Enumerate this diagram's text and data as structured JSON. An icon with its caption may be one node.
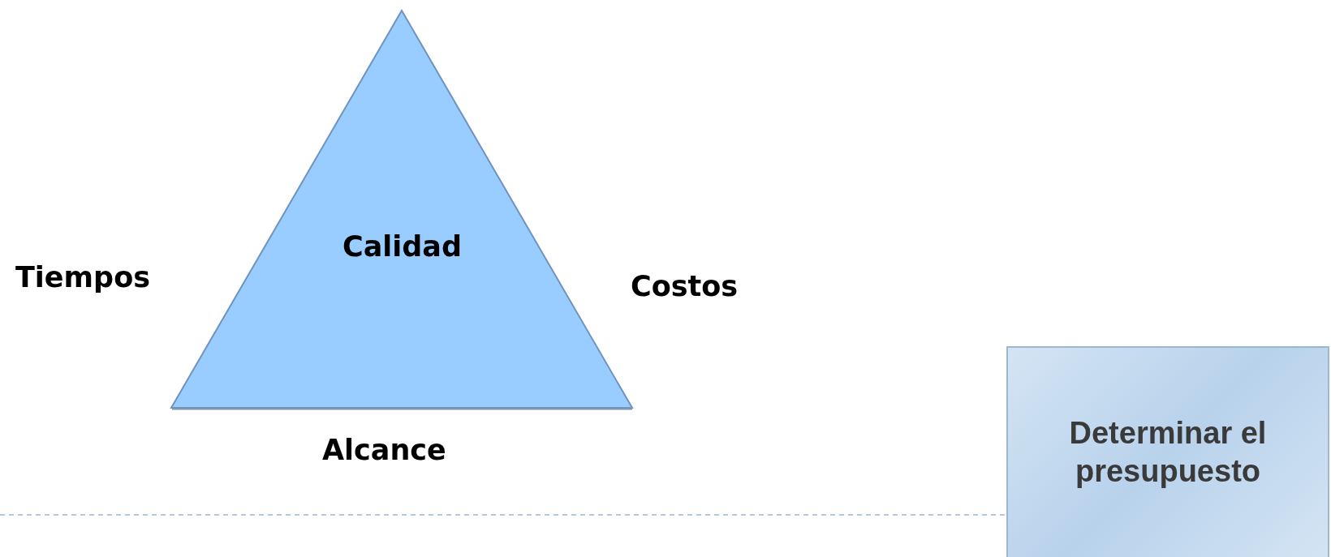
{
  "diagram": {
    "nodes": [
      {
        "text": [
          "Calidad"
        ]
      },
      {
        "text": [
          "Determinar el presupuesto"
        ]
      }
    ],
    "edges": [],
    "labels": [
      "Tiempos",
      "Costos",
      "Alcance"
    ]
  }
}
